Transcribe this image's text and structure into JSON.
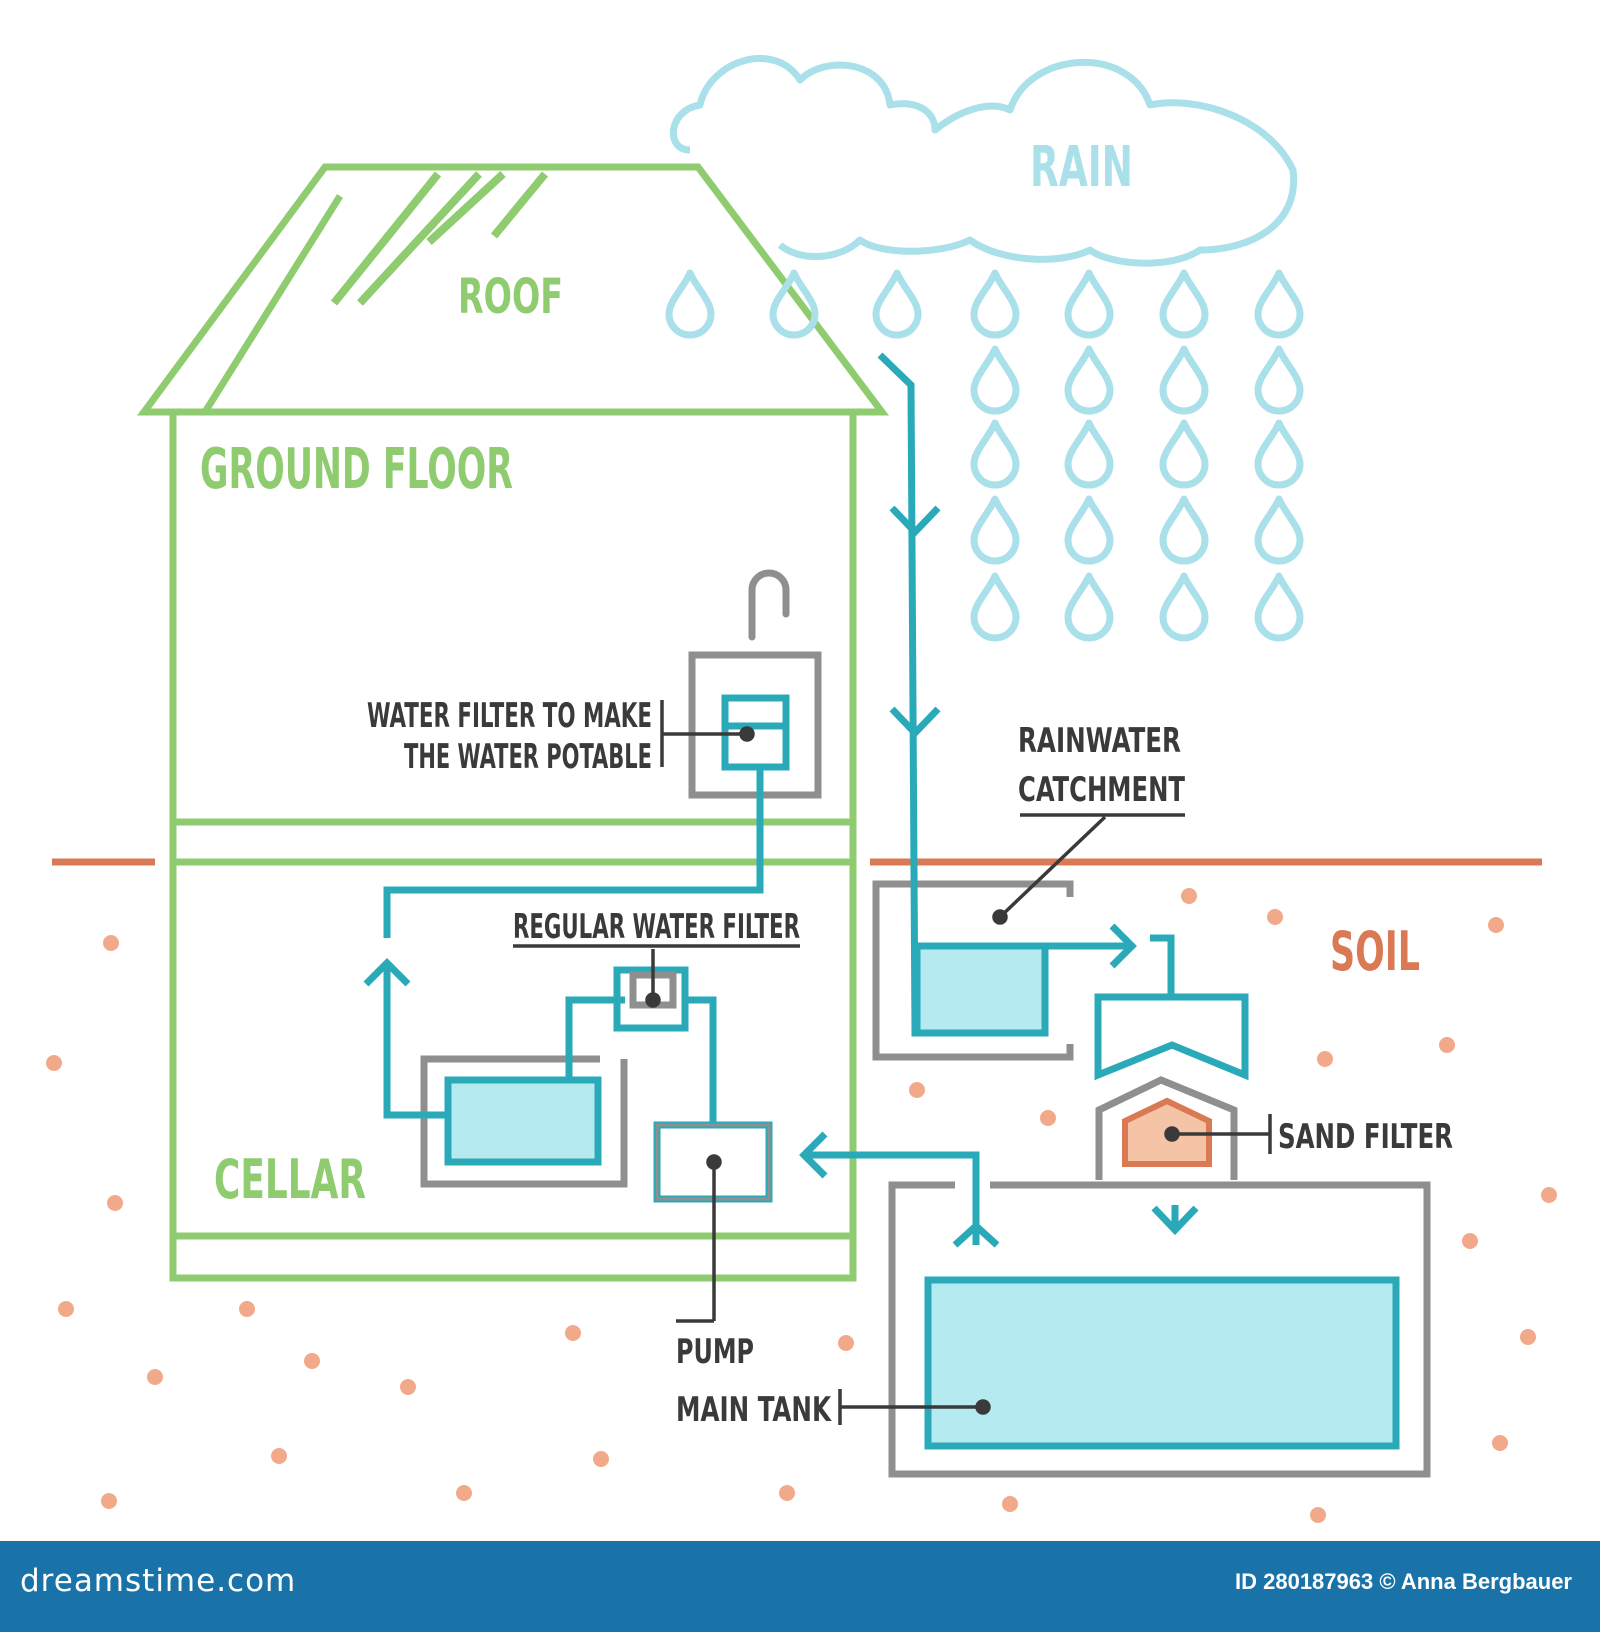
{
  "colors": {
    "house": "#8fcb6f",
    "pipe": "#2aa9b8",
    "water_fill": "#b5ebf0",
    "gray": "#8f8f8f",
    "rain": "#a9e0ea",
    "soil": "#d97a54",
    "soil_dots": "#f2a98a",
    "text_dark": "#3a3a3a",
    "footer_bg": "#1a73a8"
  },
  "labels": {
    "roof": "ROOF",
    "ground_floor": "GROUND FLOOR",
    "cellar": "CELLAR",
    "rain": "RAIN",
    "soil": "SOIL",
    "potable_filter_line1": "WATER FILTER TO MAKE",
    "potable_filter_line2": "THE WATER POTABLE",
    "rainwater_line1": "RAINWATER",
    "rainwater_line2": "CATCHMENT",
    "regular_filter": "REGULAR WATER FILTER",
    "sand_filter": "SAND FILTER",
    "pump": "PUMP",
    "main_tank": "MAIN TANK"
  },
  "footer": {
    "brand": "dreamstime.com",
    "credit": "ID 280187963 © Anna Bergbauer"
  },
  "icons": [
    "raindrop-icon",
    "cloud-icon",
    "faucet-icon",
    "arrow-icon"
  ]
}
